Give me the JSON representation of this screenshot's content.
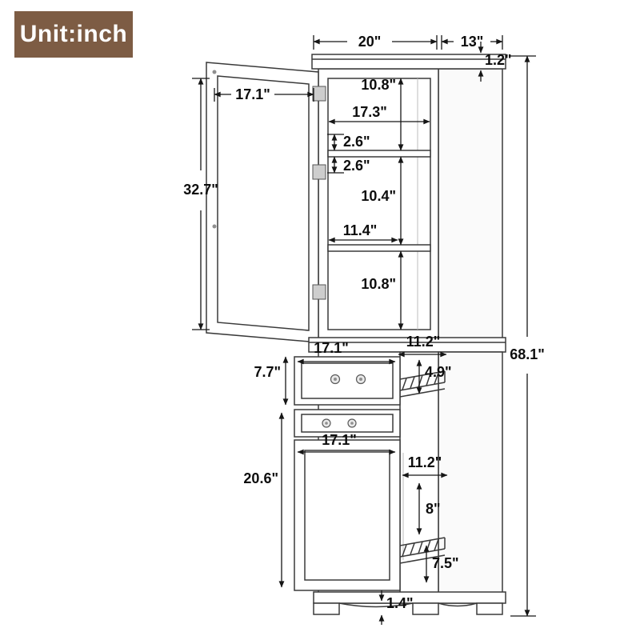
{
  "badge": {
    "unit_label": "Unit:inch"
  },
  "dims": {
    "top_width": "20\"",
    "top_depth": "13\"",
    "top_thickness": "1.2\"",
    "upper_door_width": "17.1\"",
    "upper_door_height": "32.7\"",
    "upper_section_height": "10.8\"",
    "interior_width": "17.3\"",
    "shelf_gap_a": "2.6\"",
    "shelf_gap_b": "2.6\"",
    "middle_section_height": "10.4\"",
    "shelf_depth": "11.4\"",
    "lower_section_height": "10.8\"",
    "overall_height": "68.1\"",
    "drawer_depth": "11.2\"",
    "drawer_width": "17.1\"",
    "drawer_front_height": "7.7\"",
    "drawer_inner_height": "4.9\"",
    "lower_door_width": "17.1\"",
    "lower_door_height": "20.6\"",
    "pullout_depth": "11.2\"",
    "pullout_inner_height": "8\"",
    "pullout_front_height": "7.5\"",
    "foot_height": "1.4\""
  }
}
